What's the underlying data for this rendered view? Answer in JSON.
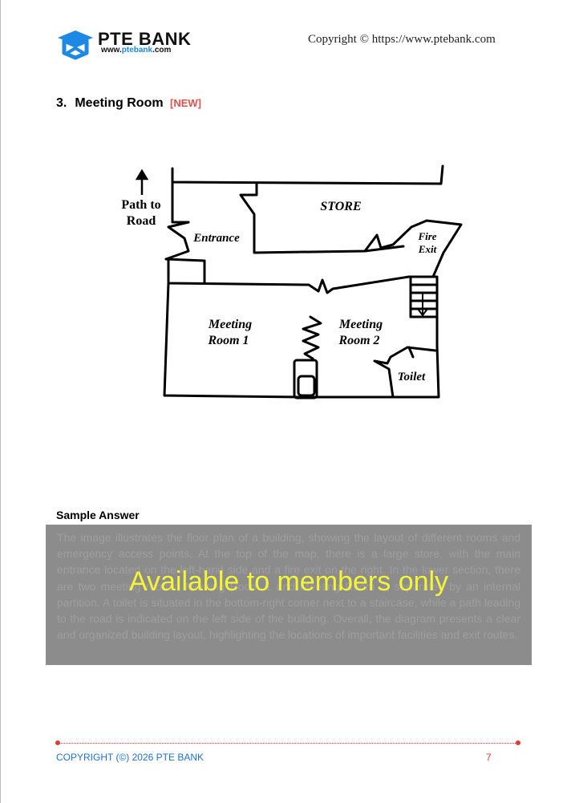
{
  "header": {
    "logo_name": "PTE BANK",
    "logo_url_prefix": "www.",
    "logo_url_highlight": "ptebank",
    "logo_url_suffix": ".com",
    "copyright": "Copyright © https://www.ptebank.com"
  },
  "section": {
    "number": "3.",
    "title": "Meeting Room",
    "tag": "[NEW]"
  },
  "floor_plan": {
    "labels": {
      "path_line1": "Path to",
      "path_line2": "Road",
      "store": "STORE",
      "entrance": "Entrance",
      "fire_line1": "Fire",
      "fire_line2": "Exit",
      "meeting1_line1": "Meeting",
      "meeting1_line2": "Room 1",
      "meeting2_line1": "Meeting",
      "meeting2_line2": "Room 2",
      "toilet": "Toilet"
    }
  },
  "sample": {
    "label": "Sample Answer",
    "text": "The image illustrates the floor plan of a building, showing the layout of different rooms and emergency access points. At the top of the map, there is a large store, with the main entrance located on the left-hand side and a fire exit on the right. In the lower section, there are two meeting rooms, Meeting Room 1 and Meeting Room 2, separated by an internal partition. A toilet is situated in the bottom-right corner next to a staircase, while a path leading to the road is indicated on the left side of the building. Overall, the diagram presents a clear and organized building layout, highlighting the locations of important facilities and exit routes.",
    "overlay": "Available to members only"
  },
  "footer": {
    "copyright": "COPYRIGHT (©) 2026 PTE BANK",
    "page": "7"
  },
  "colors": {
    "accent_blue": "#1e88e5",
    "tag_red": "#e05050",
    "footer_red": "#e53935",
    "overlay_yellow": "#f5f536",
    "box_gray": "#8c8c8c"
  }
}
